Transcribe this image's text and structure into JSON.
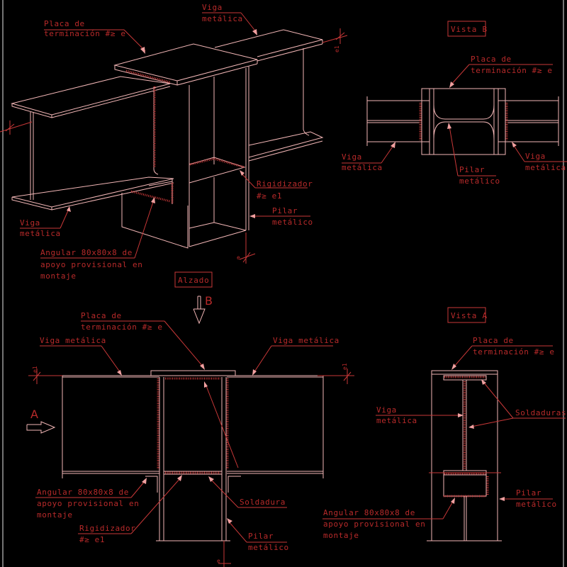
{
  "colors": {
    "background": "#000000",
    "geometry": "#f2b6b6",
    "annotation": "#b82a2a",
    "leader": "#c83838",
    "arrowhead": "#f0a0a0",
    "frame": "#9a9a9a"
  },
  "view_titles": {
    "alzado": "Alzado",
    "vista_b": "Vista B",
    "vista_a": "Vista A"
  },
  "view_markers": {
    "b_letter": "B",
    "a_letter": "A"
  },
  "dimensions": {
    "e1": "e1",
    "e": "e"
  },
  "isometric": {
    "placa_line1": "Placa de",
    "placa_line2": "terminación #≥ e",
    "viga_top_line1": "Viga",
    "viga_top_line2": "metálica",
    "viga_left_line1": "Viga",
    "viga_left_line2": "metálica",
    "rigidizador_line1": "Rigidizador",
    "rigidizador_line2": "#≥ e1",
    "pilar_line1": "Pilar",
    "pilar_line2": "metálico",
    "angular_line1": "Angular 80x80x8 de",
    "angular_line2": "apoyo provisional en",
    "angular_line3": "montaje"
  },
  "vista_b": {
    "placa_line1": "Placa de",
    "placa_line2": "terminación #≥ e",
    "viga_left_line1": "Viga",
    "viga_left_line2": "metálica",
    "viga_right_line1": "Viga",
    "viga_right_line2": "metálica",
    "pilar_line1": "Pilar",
    "pilar_line2": "metálico"
  },
  "alzado": {
    "placa_line1": "Placa de",
    "placa_line2": "terminación #≥ e",
    "viga_left": "Viga metálica",
    "viga_right": "Viga metálica",
    "angular_line1": "Angular 80x80x8 de",
    "angular_line2": "apoyo provisional en",
    "angular_line3": "montaje",
    "rigidizador_line1": "Rigidizador",
    "rigidizador_line2": "#≥ e1",
    "soldadura": "Soldadura",
    "pilar_line1": "Pilar",
    "pilar_line2": "metálico"
  },
  "vista_a": {
    "placa_line1": "Placa de",
    "placa_line2": "terminación #≥ e",
    "viga_line1": "Viga",
    "viga_line2": "metálica",
    "soldaduras": "Soldaduras",
    "pilar_line1": "Pilar",
    "pilar_line2": "metálico",
    "angular_line1": "Angular 80x80x8 de",
    "angular_line2": "apoyo provisional en",
    "angular_line3": "montaje"
  }
}
